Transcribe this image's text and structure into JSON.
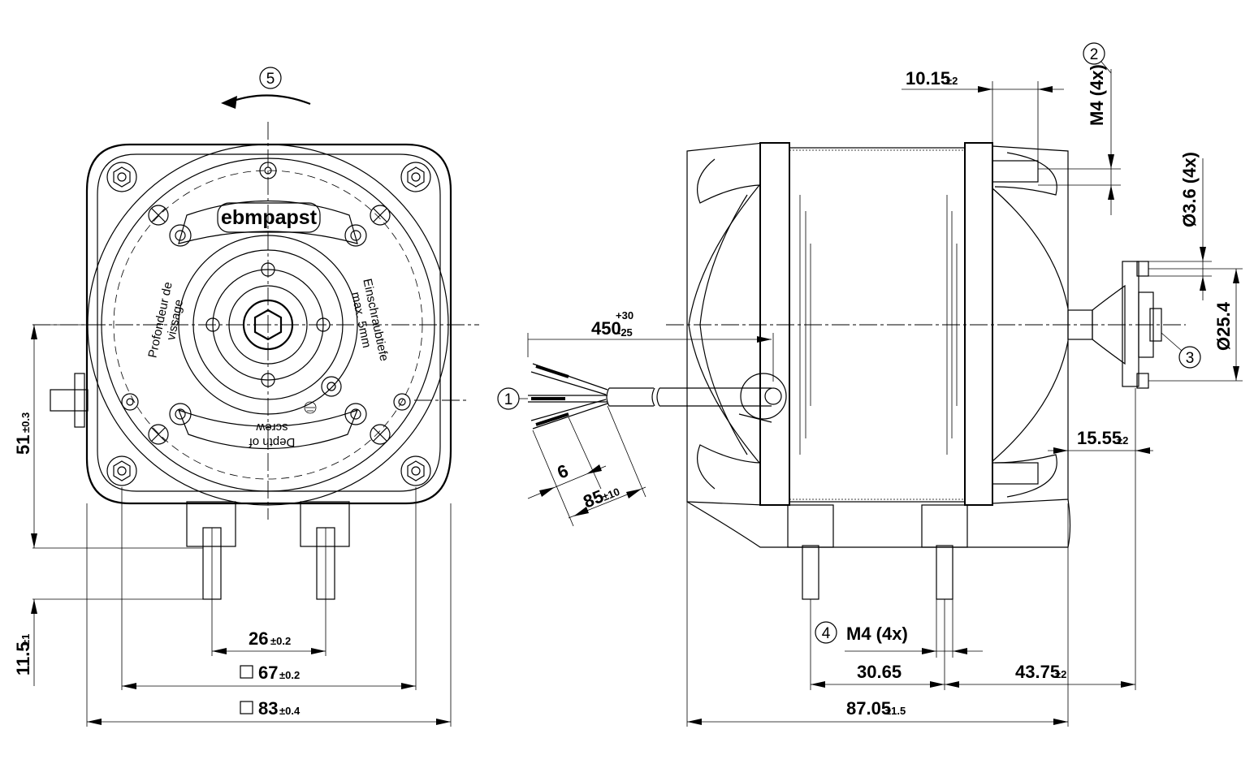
{
  "brand": "ebmpapst",
  "callouts": {
    "c1": "1",
    "c2": "2",
    "c3": "3",
    "c4": "4",
    "c5": "5"
  },
  "front_view": {
    "label_fr": [
      "Profondeur de",
      "vissage"
    ],
    "label_de": [
      "Einschraubtiefe",
      "max.  5mm"
    ],
    "label_en": [
      "Depth  of",
      "screw"
    ],
    "dim_51": {
      "value": "51",
      "tol": "±0.3"
    },
    "dim_11_5": {
      "value": "11.5",
      "tol": "±1"
    },
    "dim_26": {
      "value": "26",
      "tol": "±0.2"
    },
    "dim_67": {
      "value": "67",
      "tol": "±0.2"
    },
    "dim_83": {
      "value": "83",
      "tol": "±0.4"
    }
  },
  "side_view": {
    "dim_10_15": {
      "value": "10.15",
      "tol": "±2"
    },
    "dim_m4_top": "M4 (4x)",
    "dim_d3_6": "Ø3.6 (4x)",
    "dim_d25_4": "Ø25.4",
    "dim_15_55": {
      "value": "15.55",
      "tol": "±2"
    },
    "dim_450": {
      "value": "450",
      "tol_up": "+30",
      "tol_down": "-25"
    },
    "dim_6": "6",
    "dim_85": {
      "value": "85",
      "tol": "±10"
    },
    "dim_m4_bottom": "M4 (4x)",
    "dim_30_65": "30.65",
    "dim_43_75": {
      "value": "43.75",
      "tol": "±2"
    },
    "dim_87_05": {
      "value": "87.05",
      "tol": "±1.5"
    }
  }
}
